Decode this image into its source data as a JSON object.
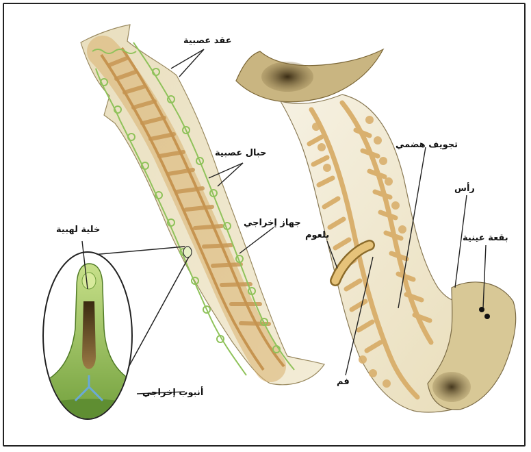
{
  "labels": {
    "nerve_ganglia": "عقد عصبية",
    "nerve_cords": "حبال عصبية",
    "excretory_system": "جهاز إخراجي",
    "flame_cell": "خلية لهبية",
    "excretory_tube": "أنبوب إخراجي",
    "pharynx": "بلعوم",
    "mouth": "فم",
    "gastrovascular_cavity": "تجويف هضمي",
    "head": "رأس",
    "eyespot": "بقعة عينية"
  },
  "colors": {
    "body_fill": "#efe6c8",
    "nerve_green": "#8fc25a",
    "gut_tan": "#d9b06e",
    "dark_pigment": "#3d2b12",
    "cell_green": "#a9cf6a",
    "tube_blue": "#6aa9d8"
  }
}
